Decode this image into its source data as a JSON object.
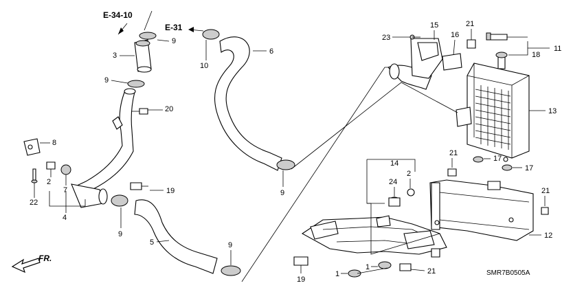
{
  "references": {
    "e3410": "E-34-10",
    "e31": "E-31"
  },
  "direction_label": "FR.",
  "diagram_code": "SMR7B0505A",
  "callouts": [
    "9",
    "3",
    "9",
    "20",
    "8",
    "2",
    "7",
    "22",
    "4",
    "10",
    "6",
    "19",
    "9",
    "5",
    "9",
    "23",
    "15",
    "16",
    "21",
    "11",
    "18",
    "13",
    "14",
    "2",
    "24",
    "21",
    "17",
    "17",
    "21",
    "12",
    "19",
    "1",
    "1",
    "21"
  ]
}
